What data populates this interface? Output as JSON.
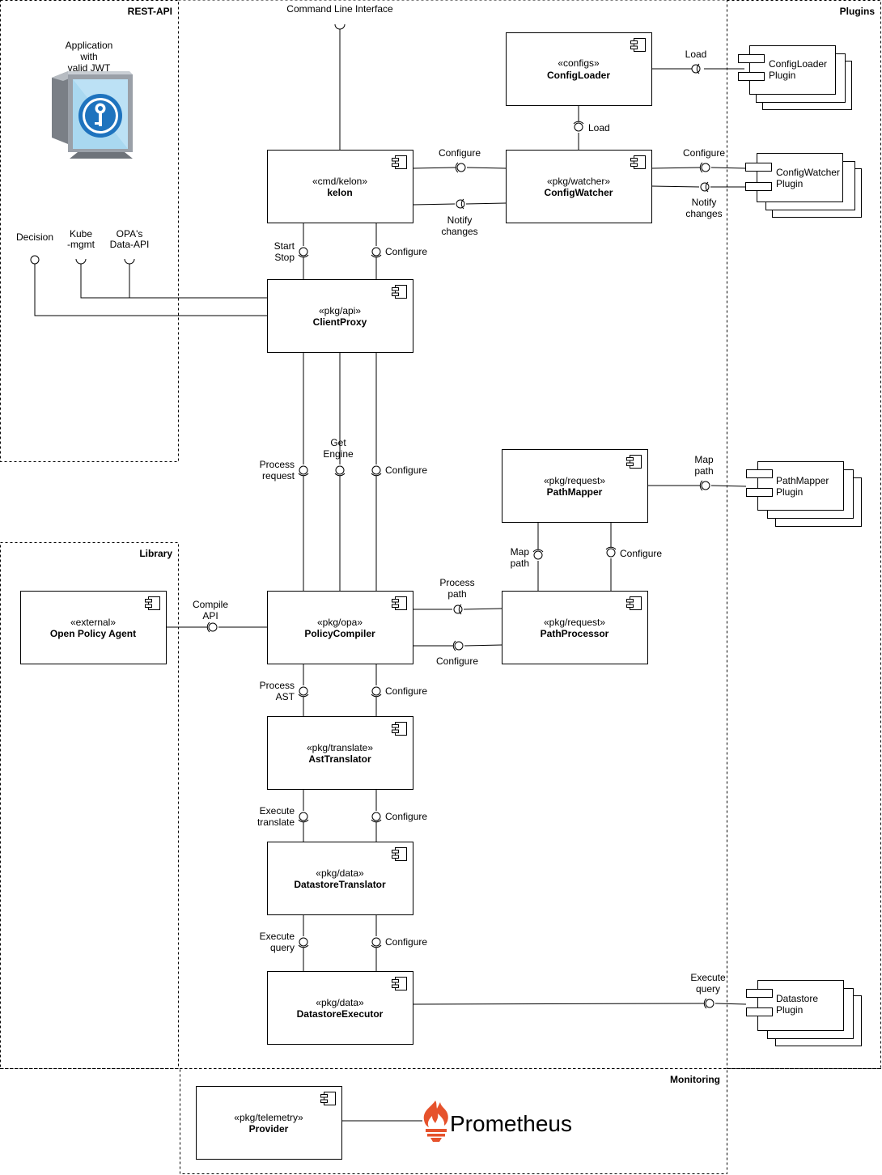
{
  "areas": {
    "rest_api": "REST-API",
    "plugins": "Plugins",
    "library": "Library",
    "monitoring": "Monitoring"
  },
  "application": {
    "label": [
      "Application",
      "with",
      "valid JWT"
    ]
  },
  "cli": {
    "label": "Command Line Interface"
  },
  "rest_endpoints": {
    "decision": [
      "Decision"
    ],
    "kube": [
      "Kube",
      "-mgmt"
    ],
    "opa_data": [
      "OPA's",
      "Data-API"
    ]
  },
  "components": {
    "config_loader": {
      "stereotype": "«configs»",
      "name": "ConfigLoader"
    },
    "kelon": {
      "stereotype": "«cmd/kelon»",
      "name": "kelon"
    },
    "config_watcher": {
      "stereotype": "«pkg/watcher»",
      "name": "ConfigWatcher"
    },
    "client_proxy": {
      "stereotype": "«pkg/api»",
      "name": "ClientProxy"
    },
    "path_mapper": {
      "stereotype": "«pkg/request»",
      "name": "PathMapper"
    },
    "opa": {
      "stereotype": "«external»",
      "name": "Open Policy Agent"
    },
    "policy_compiler": {
      "stereotype": "«pkg/opa»",
      "name": "PolicyCompiler"
    },
    "path_processor": {
      "stereotype": "«pkg/request»",
      "name": "PathProcessor"
    },
    "ast_translator": {
      "stereotype": "«pkg/translate»",
      "name": "AstTranslator"
    },
    "datastore_translator": {
      "stereotype": "«pkg/data»",
      "name": "DatastoreTranslator"
    },
    "datastore_executor": {
      "stereotype": "«pkg/data»",
      "name": "DatastoreExecutor"
    },
    "telemetry": {
      "stereotype": "«pkg/telemetry»",
      "name": "Provider"
    }
  },
  "plugins": {
    "config_loader_plugin": [
      "ConfigLoader",
      "Plugin"
    ],
    "config_watcher_plugin": [
      "ConfigWatcher",
      "Plugin"
    ],
    "path_mapper_plugin": [
      "PathMapper",
      "Plugin"
    ],
    "datastore_plugin": [
      "Datastore",
      "Plugin"
    ]
  },
  "interfaces": {
    "load_plugin": [
      "Load"
    ],
    "load_watcher": [
      "Load"
    ],
    "configure_kelon_watcher": [
      "Configure"
    ],
    "notify_changes_kelon": [
      "Notify",
      "changes"
    ],
    "configure_watcher_plugin": [
      "Configure"
    ],
    "notify_changes_plugin": [
      "Notify",
      "changes"
    ],
    "start_stop": [
      "Start",
      "Stop"
    ],
    "configure_proxy": [
      "Configure"
    ],
    "process_request": [
      "Process",
      "request"
    ],
    "get_engine": [
      "Get",
      "Engine"
    ],
    "configure_compiler": [
      "Configure"
    ],
    "map_path_plugin": [
      "Map",
      "path"
    ],
    "map_path": [
      "Map",
      "path"
    ],
    "configure_mapper": [
      "Configure"
    ],
    "compile_api": [
      "Compile",
      "API"
    ],
    "process_path": [
      "Process",
      "path"
    ],
    "configure_processor": [
      "Configure"
    ],
    "process_ast": [
      "Process",
      "AST"
    ],
    "configure_ast": [
      "Configure"
    ],
    "execute_translate": [
      "Execute",
      "translate"
    ],
    "configure_translate": [
      "Configure"
    ],
    "execute_query": [
      "Execute",
      "query"
    ],
    "configure_executor": [
      "Configure"
    ],
    "execute_query_plugin": [
      "Execute",
      "query"
    ]
  },
  "prometheus": {
    "label": "Prometheus",
    "color": "#e6522c"
  },
  "colors": {
    "line": "#000000",
    "monitor_blue": "#1e73be",
    "monitor_screen": "#a9d8f0"
  }
}
